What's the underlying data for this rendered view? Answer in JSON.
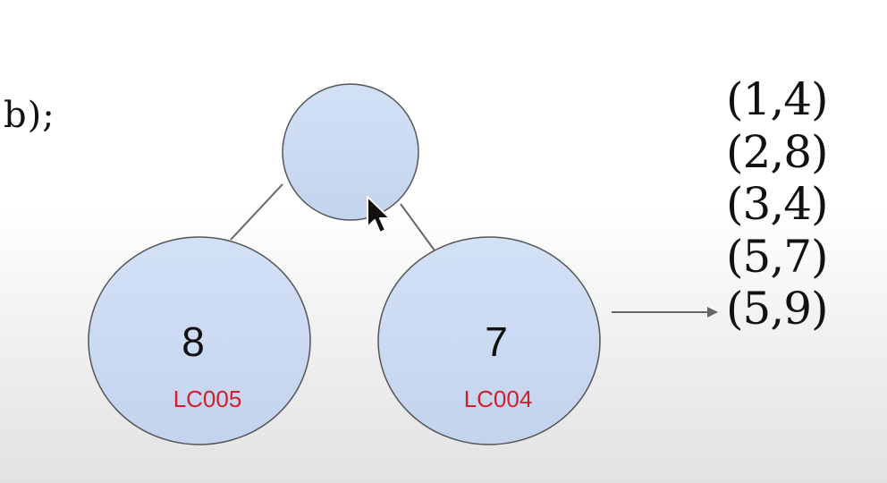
{
  "code_fragment": "b);",
  "colors": {
    "node_fill_top": "#d3e1f7",
    "node_fill_bottom": "#c4d3ee",
    "node_stroke": "#555555",
    "edge": "#666666",
    "id_label": "#d0202a"
  },
  "tree": {
    "root": {
      "value": "",
      "id": ""
    },
    "left_child": {
      "value": "8",
      "id": "LC005"
    },
    "right_child": {
      "value": "7",
      "id": "LC004"
    }
  },
  "pairs": [
    "(1,4)",
    "(2,8)",
    "(3,4)",
    "(5,7)",
    "(5,9)"
  ],
  "cursor_icon": "mouse-pointer-icon"
}
